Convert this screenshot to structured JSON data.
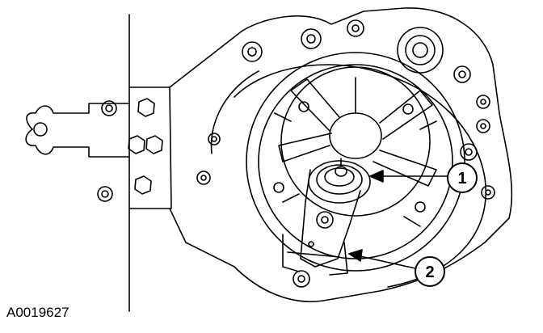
{
  "figure": {
    "id": "A0019627",
    "callouts": [
      {
        "number": "1"
      },
      {
        "number": "2"
      }
    ],
    "colors": {
      "ink": "#000000",
      "paper": "#ffffff"
    }
  }
}
